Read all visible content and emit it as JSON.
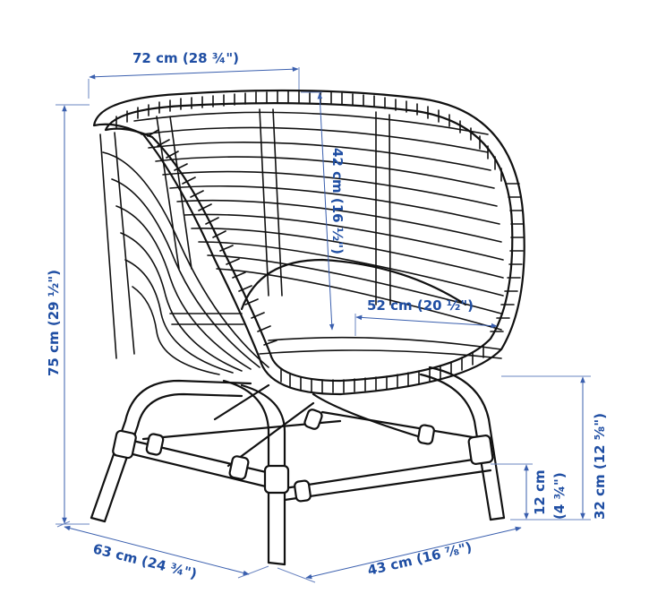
{
  "diagram": {
    "subject": "Rattan armchair with curved bowl-shaped seat and four-leg base",
    "accent_color": "#1f4ea3",
    "line_color": "#111111",
    "background": "#ffffff",
    "dimensions": {
      "width": {
        "label": "72 cm (28 ¾\")",
        "value_cm": 72,
        "value_in": "28 ¾"
      },
      "seat_back_height": {
        "label": "42 cm (16 ½\")",
        "value_cm": 42,
        "value_in": "16 ½"
      },
      "seat_depth": {
        "label": "52 cm (20 ½\")",
        "value_cm": 52,
        "value_in": "20 ½"
      },
      "total_height": {
        "label": "75 cm (29 ½\")",
        "value_cm": 75,
        "value_in": "29 ½"
      },
      "seat_height": {
        "label": "32 cm (12 ⅝\")",
        "value_cm": 32,
        "value_in": "12 ⅝"
      },
      "stretcher_height_cm": {
        "label": "12 cm",
        "value_cm": 12
      },
      "stretcher_height_in": {
        "label": "(4 ¾\")",
        "value_in": "4 ¾"
      },
      "depth": {
        "label": "63 cm (24 ¾\")",
        "value_cm": 63,
        "value_in": "24 ¾"
      },
      "base_width": {
        "label": "43 cm (16 ⅞\")",
        "value_cm": 43,
        "value_in": "16 ⅞"
      }
    }
  }
}
